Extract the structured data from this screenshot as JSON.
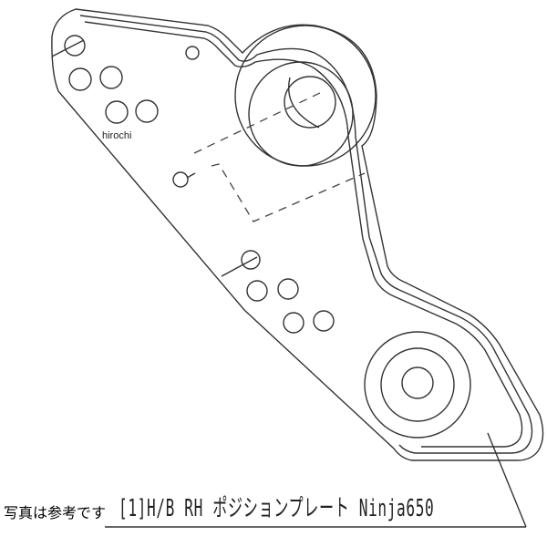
{
  "drawing": {
    "part_label": "[1]H/B RH ポジションプレート Ninja650",
    "note": "写真は参考です",
    "watermark": "hirochi",
    "line_color": "#333333"
  }
}
